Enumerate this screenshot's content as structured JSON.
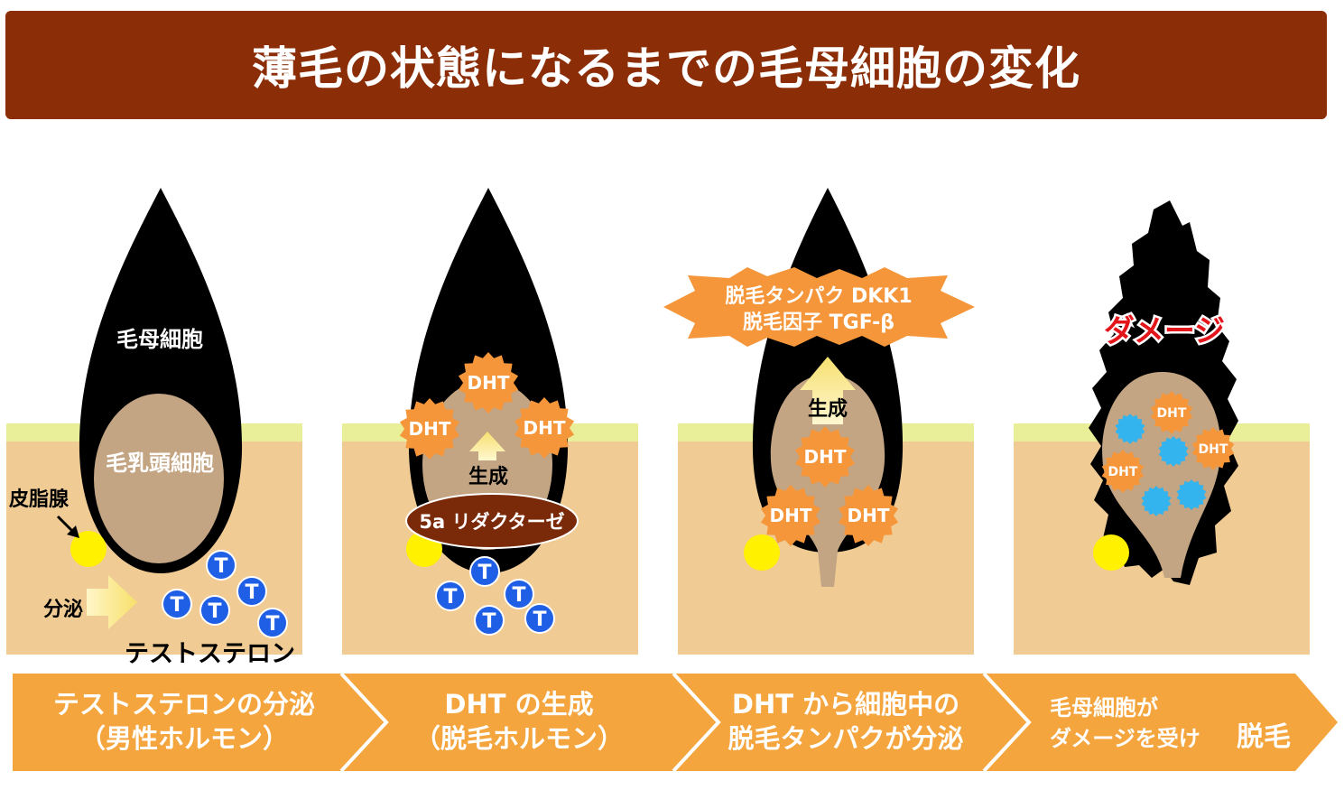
{
  "title": "薄毛の状態になるまでの毛母細胞の変化",
  "colors": {
    "title_bg": "#8b2e08",
    "skin": "#f0cb94",
    "skin_top": "#e9ef98",
    "papilla": "#c4a583",
    "follicle": "#000000",
    "dht": "#f5963a",
    "testosterone": "#1f5fe6",
    "damage_dot": "#33b4ef",
    "enzyme": "#7a2a08",
    "arrow": "#f5a53e",
    "damage_text": "#e2161b"
  },
  "panel1": {
    "cell_label": "毛母細胞",
    "papilla_label": "毛乳頭細胞",
    "gland_label": "皮脂腺",
    "secrete_label": "分泌",
    "t_symbol": "T",
    "hormone_label": "テストステロン"
  },
  "panel2": {
    "dht": "DHT",
    "produce_label": "生成",
    "enzyme_label": "5a リダクターゼ",
    "t_symbol": "T"
  },
  "panel3": {
    "protein_line1": "脱毛タンパク DKK1",
    "protein_line2": "脱毛因子 TGF-β",
    "produce_label": "生成",
    "dht": "DHT"
  },
  "panel4": {
    "damage_label": "ダメージ",
    "dht": "DHT"
  },
  "steps": [
    {
      "line1": "テストステロンの分泌",
      "line2": "（男性ホルモン）",
      "emph": ""
    },
    {
      "line1": "DHT の生成",
      "line2": "（脱毛ホルモン）",
      "emph": ""
    },
    {
      "line1": "DHT から細胞中の",
      "line2": "脱毛タンパクが分泌",
      "emph": ""
    },
    {
      "line1": "毛母細胞が",
      "line2": "ダメージを受け",
      "emph": "脱毛"
    }
  ]
}
